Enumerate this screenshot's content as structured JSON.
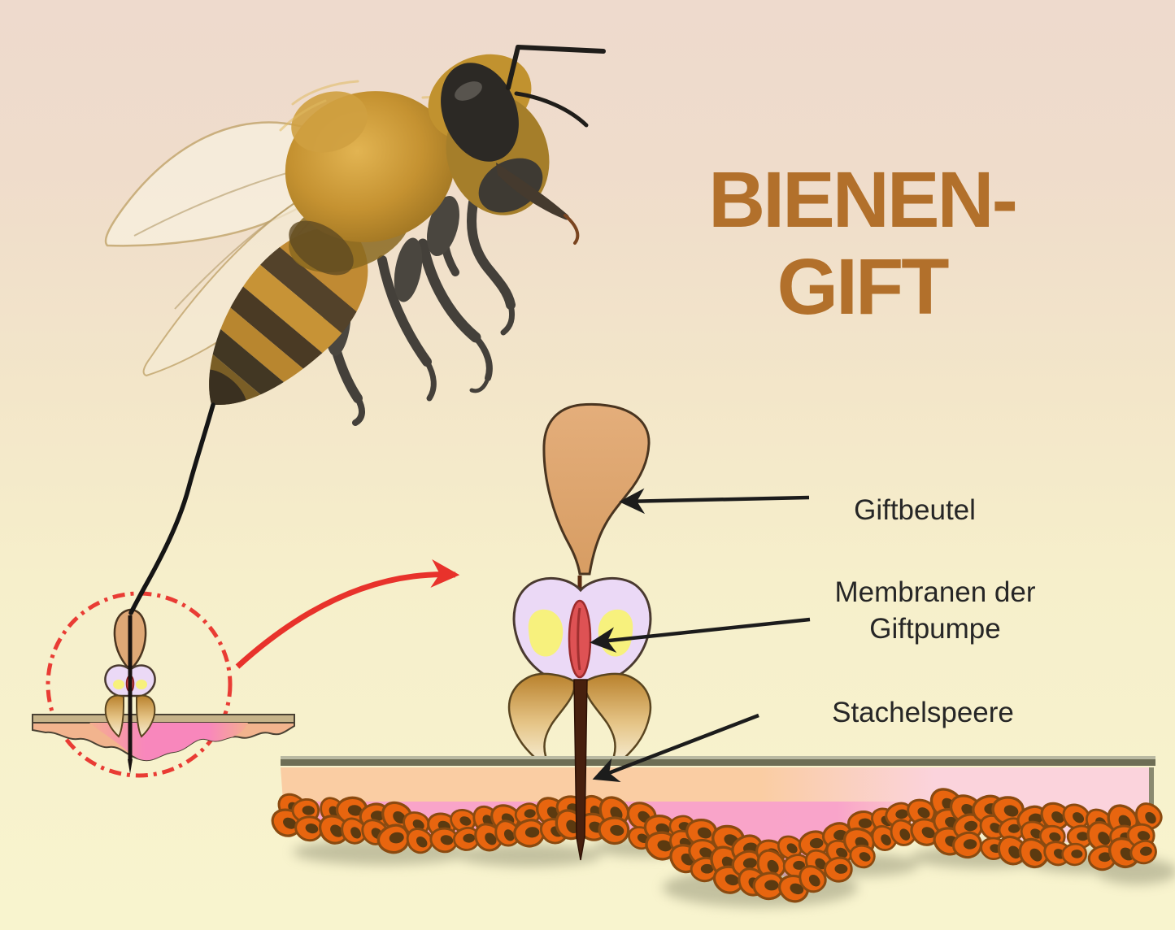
{
  "title": {
    "lines": [
      "BIENEN-",
      "GIFT"
    ]
  },
  "annotations": {
    "venom_sac": {
      "label": "Giftbeutel"
    },
    "pump_membranes": {
      "lines": [
        "Membranen der",
        "Giftpumpe"
      ]
    },
    "sting_lancets": {
      "label": "Stachelspeere"
    }
  },
  "colors": {
    "title-brown": "#B2702B",
    "label-dark": "#262626",
    "arrow-black": "#1C1C1C",
    "accent-red": "#E8322B",
    "venom-sac-tan": "#DFA876",
    "membrane-lavender": "#EBD9F6",
    "membrane-yellow": "#F7F17D",
    "pump-red": "#DE5254",
    "plate-gold": "#C18A33",
    "shaft-brown": "#47200E",
    "skin-line": "#6E6E55",
    "skin-peach": "#FACDA3",
    "skin-pink": "#F9A2CB",
    "skin-pink-light": "#FBD3DC",
    "cell-orange": "#E8650F",
    "cell-outline": "#8A4A10",
    "cell-nucleus": "#5C3A10",
    "bee-gold": "#C59231",
    "bee-dark": "#3C3832",
    "wing-cream": "#F8F1DF"
  }
}
